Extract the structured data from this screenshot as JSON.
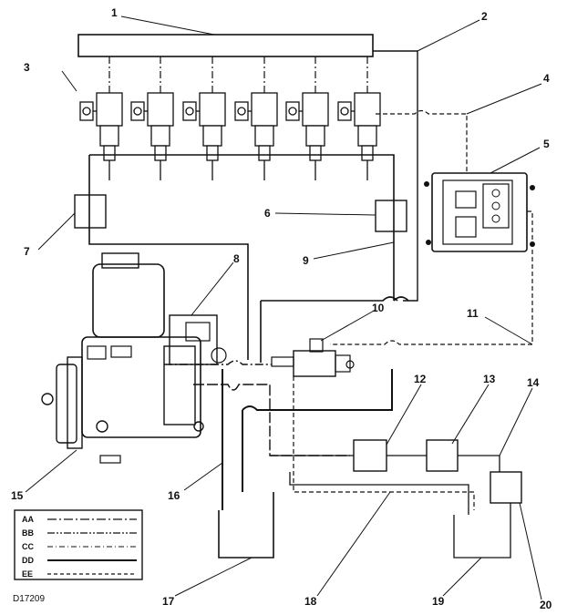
{
  "figure_id": "D17209",
  "callouts": [
    "1",
    "2",
    "3",
    "4",
    "5",
    "6",
    "7",
    "8",
    "9",
    "10",
    "11",
    "12",
    "13",
    "14",
    "15",
    "16",
    "17",
    "18",
    "19",
    "20"
  ],
  "legend": {
    "items": [
      {
        "code": "AA",
        "style": "dash-dot"
      },
      {
        "code": "BB",
        "style": "dash-dot-dot"
      },
      {
        "code": "CC",
        "style": "dash-dot-light"
      },
      {
        "code": "DD",
        "style": "solid"
      },
      {
        "code": "EE",
        "style": "dashed"
      }
    ]
  },
  "injector_count": 6
}
